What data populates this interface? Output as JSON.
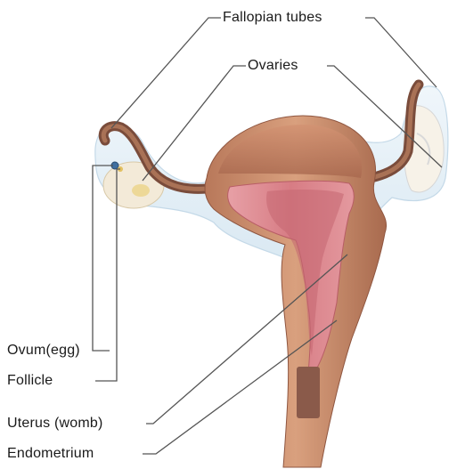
{
  "labels": {
    "fallopian_tubes": "Fallopian tubes",
    "ovaries": "Ovaries",
    "ovum": "Ovum(egg)",
    "follicle": "Follicle",
    "uterus": "Uterus (womb)",
    "endometrium": "Endometrium"
  },
  "colors": {
    "background": "#ffffff",
    "leader_line": "#555555",
    "translucent_sheath": "#dbe9f2",
    "muscle_wall": "#c98a6a",
    "muscle_wall_dark": "#9c5a42",
    "endometrium_lining": "#d97f86",
    "inner_cavity": "#c7666f",
    "ovary": "#f1e6cf",
    "follicle": "#e8c86a",
    "ovum": "#3f6fa0",
    "tube": "#8a5a45"
  },
  "icons": [
    "uterus-illustration"
  ]
}
